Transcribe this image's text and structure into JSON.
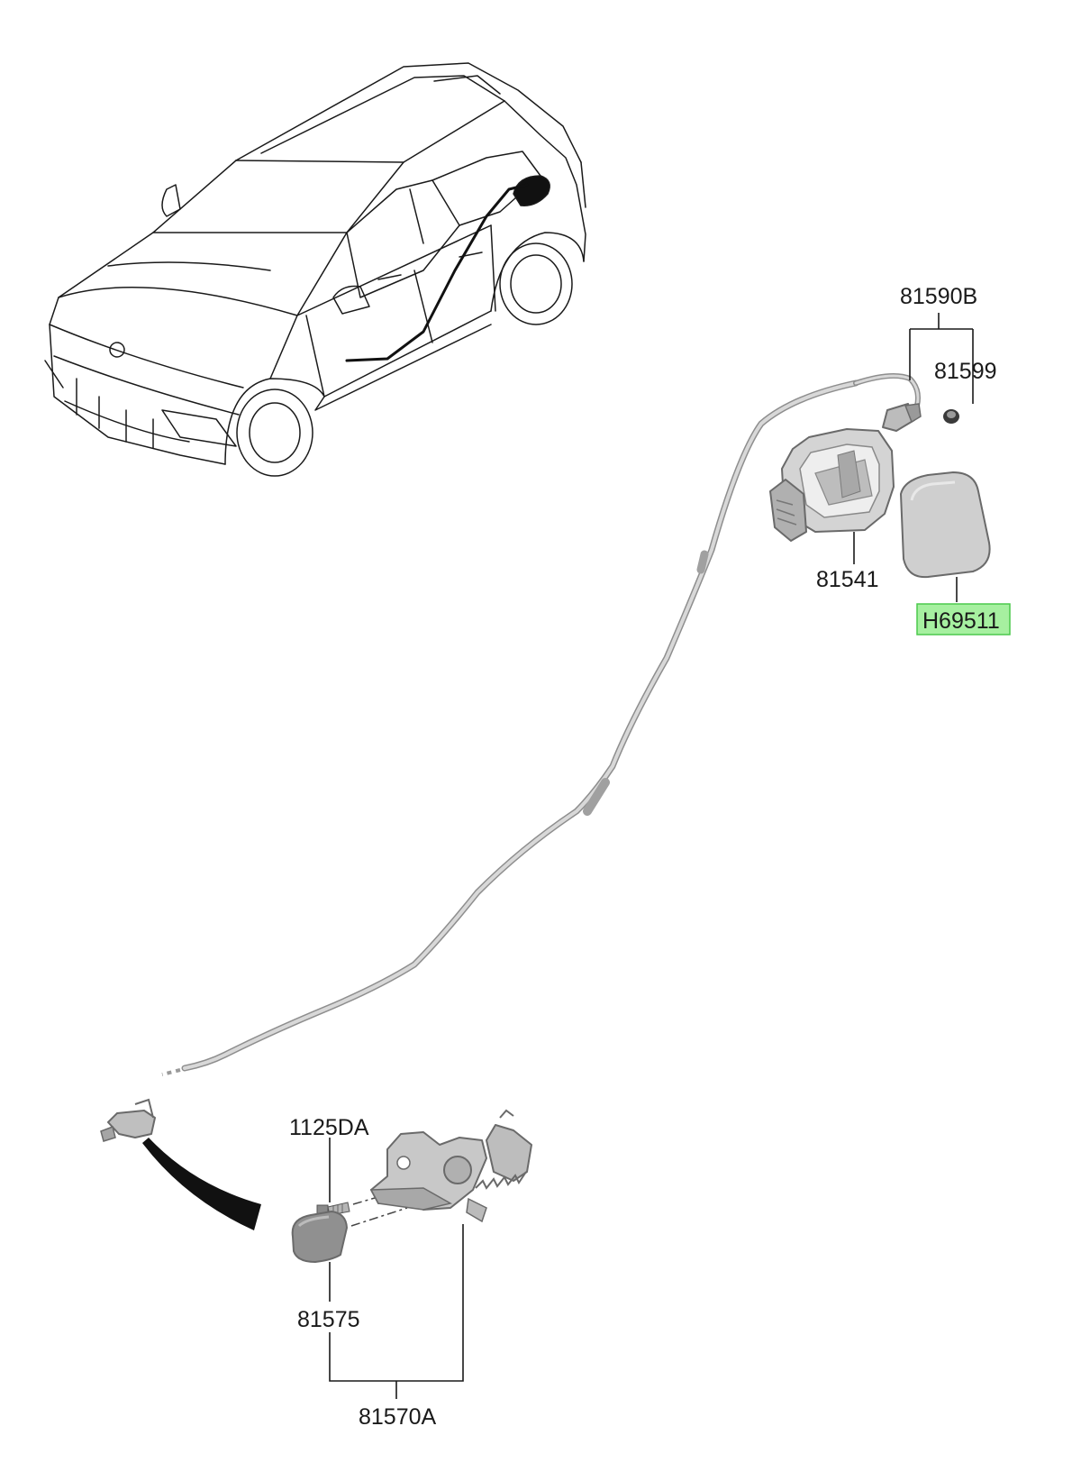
{
  "diagram": {
    "labels": {
      "p81590B": "81590B",
      "p81599": "81599",
      "p81541": "81541",
      "pH69511": "H69511",
      "p1125DA": "1125DA",
      "p81575": "81575",
      "p81570A": "81570A"
    },
    "highlighted_label": "H69511",
    "colors": {
      "highlight_fill": "#a6f0a0",
      "highlight_border": "#4cc94c",
      "part_fill": "#cccccc",
      "part_dark": "#9a9a9a",
      "line": "#1a1a1a"
    },
    "icons": [
      "vehicle-outline",
      "charge-door-housing",
      "charge-door-lid",
      "release-cable",
      "actuator-connector",
      "grommet",
      "bolt",
      "release-handle",
      "latch-assembly"
    ]
  }
}
